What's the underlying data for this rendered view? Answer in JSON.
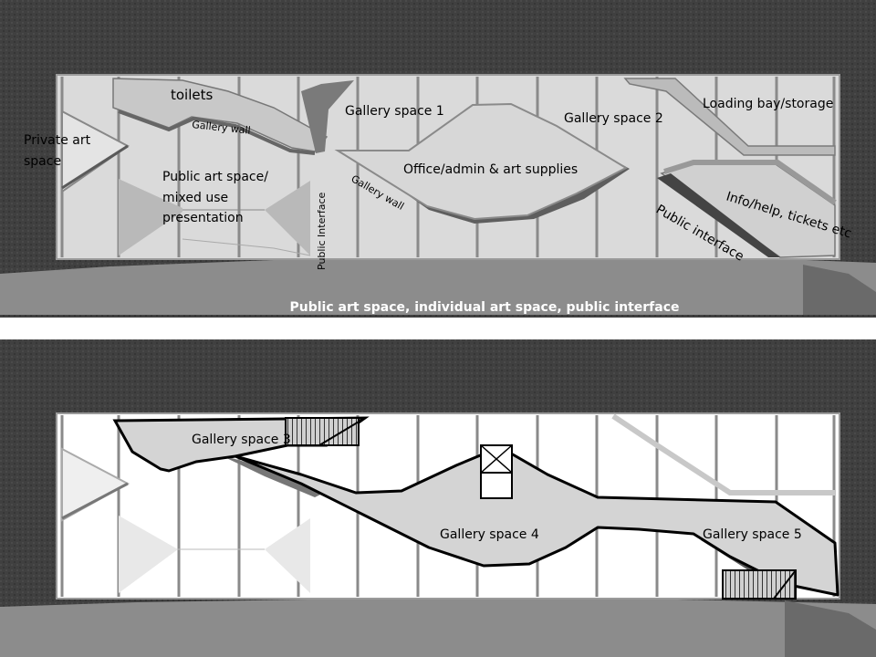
{
  "top_panel": {
    "caption": "Public art space, individual art space, public interface",
    "labels": {
      "private_art_space_line1": "Private art",
      "private_art_space_line2": "space",
      "toilets": "toilets",
      "gallery_wall_top": "Gallery wall",
      "public_art_line1": "Public art space/",
      "public_art_line2": "mixed use",
      "public_art_line3": "presentation",
      "public_interface_vertical": "Public Interface",
      "gallery_space_1": "Gallery space 1",
      "gallery_wall_diag": "Gallery wall",
      "office_admin": "Office/admin & art supplies",
      "gallery_space_2": "Gallery space 2",
      "loading_bay": "Loading bay/storage",
      "info_help": "Info/help, tickets etc",
      "public_interface_diag": "Public interface"
    }
  },
  "bottom_panel": {
    "labels": {
      "gallery_space_3": "Gallery space 3",
      "gallery_space_4": "Gallery space 4",
      "gallery_space_5": "Gallery space 5"
    }
  },
  "colors": {
    "background_dark": "#3c3c3c",
    "building_floor": "#d8d8d8",
    "gallery_fill": "#d4d4d4",
    "outline": "#000000"
  }
}
